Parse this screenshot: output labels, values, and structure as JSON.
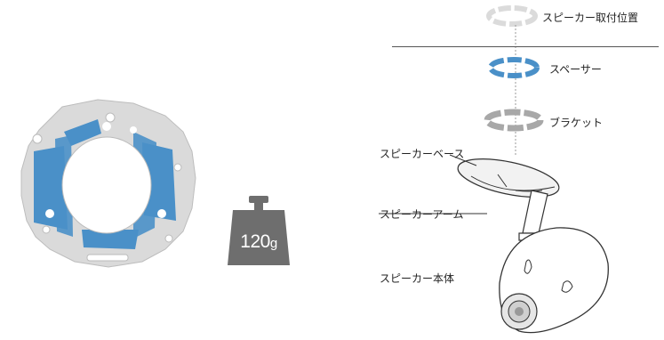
{
  "weight": {
    "value": "120",
    "unit": "g"
  },
  "labels": {
    "mount_position": "スピーカー取付位置",
    "spacer": "スペーサー",
    "bracket": "ブラケット",
    "speaker_base": "スピーカーベース",
    "speaker_arm": "スピーカーアーム",
    "speaker_body": "スピーカー本体"
  },
  "colors": {
    "spacer_blue": "#4a90c8",
    "plate_gray": "#d9d9d9",
    "weight_gray": "#6e6e6e"
  }
}
